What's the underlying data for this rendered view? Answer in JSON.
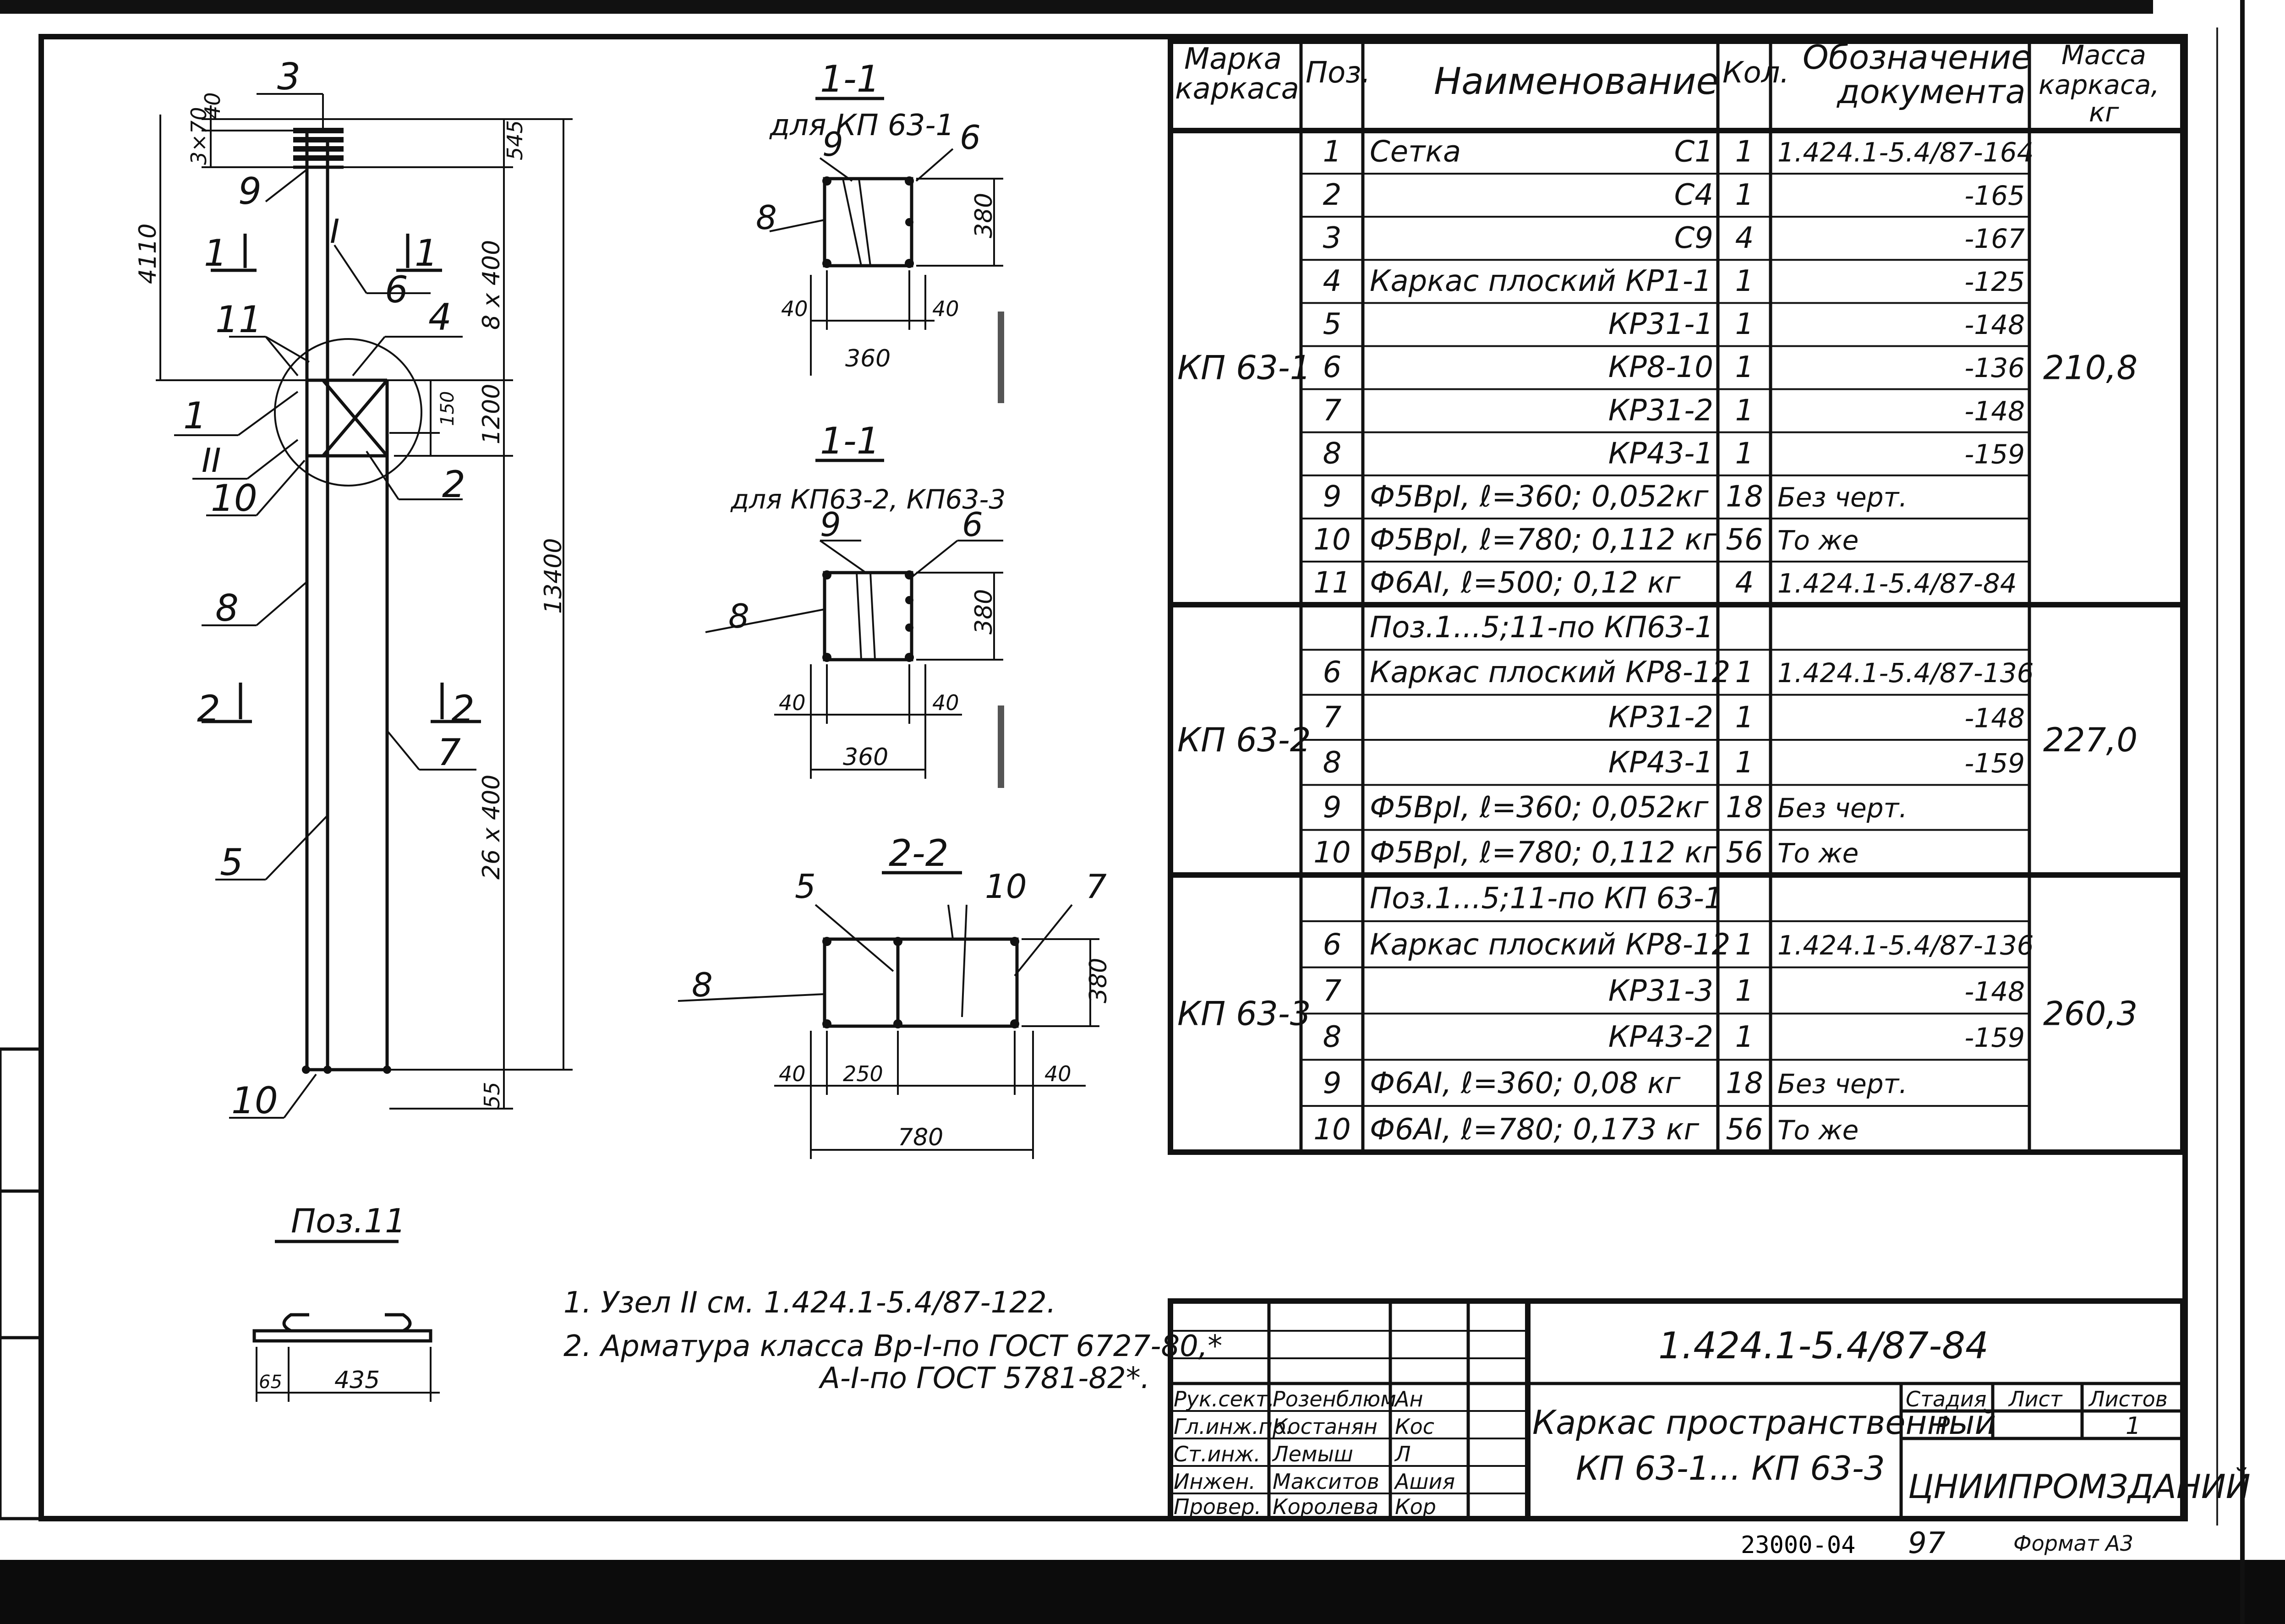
{
  "elevation": {
    "labels": {
      "pos3": "3",
      "pos9": "9",
      "pos6": "6",
      "pos4": "4",
      "pos11": "11",
      "pos1": "1",
      "pos2": "2",
      "posII": "II",
      "pos10_top": "10",
      "pos8": "8",
      "pos7": "7",
      "pos5": "5",
      "pos10_bottom": "10",
      "sec1_left": "1",
      "sec1_right": "1",
      "sec2_left": "2",
      "sec2_right": "2",
      "node_mark": "I"
    },
    "dims": {
      "d40": "40",
      "d3x70": "3×70",
      "d4110": "4110",
      "d545": "545",
      "d8x400": "8 x 400",
      "d1200": "1200",
      "d150": "150",
      "d13400": "13400",
      "d26x400": "26 x 400",
      "d55": "55"
    }
  },
  "section_a": {
    "title": "1-1",
    "subtitle": "для КП 63-1",
    "labels": {
      "p9": "9",
      "p6": "6",
      "p8": "8"
    },
    "dims": {
      "h": "380",
      "l40": "40",
      "r40": "40",
      "w": "360"
    }
  },
  "section_b": {
    "title": "1-1",
    "subtitle": "для КП63-2, КП63-3",
    "labels": {
      "p9": "9",
      "p6": "6",
      "p8": "8"
    },
    "dims": {
      "h": "380",
      "l40": "40",
      "r40": "40",
      "w": "360"
    }
  },
  "section_c": {
    "title": "2-2",
    "labels": {
      "p5": "5",
      "p10": "10",
      "p7": "7",
      "p8": "8"
    },
    "dims": {
      "h": "380",
      "l40": "40",
      "d250": "250",
      "r40": "40",
      "w": "780"
    }
  },
  "pos11": {
    "title": "Поз.11",
    "dims": {
      "a": "65",
      "b": "435"
    }
  },
  "notes": [
    "1. Узел II см. 1.424.1-5.4/87-122.",
    "2. Арматура класса Вр-I-по ГОСТ 6727-80,*",
    "А-I-по ГОСТ 5781-82*."
  ],
  "spec": {
    "headers": {
      "marka": "Марка каркаса",
      "pos": "Поз.",
      "name": "Наименование",
      "qty": "Кол.",
      "doc": "Обозначение документа",
      "mass": "Масса каркаса, кг"
    },
    "groups": [
      {
        "marka": "КП 63-1",
        "mass": "210,8",
        "rows": [
          {
            "pos": "1",
            "name": "Сетка",
            "mark": "С1",
            "qty": "1",
            "doc": "1.424.1-5.4/87-164"
          },
          {
            "pos": "2",
            "name": "",
            "mark": "С4",
            "qty": "1",
            "doc": "-165"
          },
          {
            "pos": "3",
            "name": "",
            "mark": "С9",
            "qty": "4",
            "doc": "-167"
          },
          {
            "pos": "4",
            "name": "Каркас плоский КР1-1",
            "mark": "",
            "qty": "1",
            "doc": "-125"
          },
          {
            "pos": "5",
            "name": "",
            "mark": "КР31-1",
            "qty": "1",
            "doc": "-148"
          },
          {
            "pos": "6",
            "name": "",
            "mark": "КР8-10",
            "qty": "1",
            "doc": "-136"
          },
          {
            "pos": "7",
            "name": "",
            "mark": "КР31-2",
            "qty": "1",
            "doc": "-148"
          },
          {
            "pos": "8",
            "name": "",
            "mark": "КР43-1",
            "qty": "1",
            "doc": "-159"
          },
          {
            "pos": "9",
            "name": "Ф5ВрI, ℓ=360; 0,052кг",
            "mark": "",
            "qty": "18",
            "doc": "Без черт."
          },
          {
            "pos": "10",
            "name": "Ф5ВрI, ℓ=780; 0,112 кг",
            "mark": "",
            "qty": "56",
            "doc": "То же"
          },
          {
            "pos": "11",
            "name": "Ф6АI, ℓ=500; 0,12 кг",
            "mark": "",
            "qty": "4",
            "doc": "1.424.1-5.4/87-84"
          }
        ]
      },
      {
        "marka": "КП 63-2",
        "mass": "227,0",
        "rows": [
          {
            "pos": "",
            "name": "Поз.1...5;11-по КП63-1",
            "mark": "",
            "qty": "",
            "doc": ""
          },
          {
            "pos": "6",
            "name": "Каркас плоский КР8-12",
            "mark": "",
            "qty": "1",
            "doc": "1.424.1-5.4/87-136"
          },
          {
            "pos": "7",
            "name": "",
            "mark": "КР31-2",
            "qty": "1",
            "doc": "-148"
          },
          {
            "pos": "8",
            "name": "",
            "mark": "КР43-1",
            "qty": "1",
            "doc": "-159"
          },
          {
            "pos": "9",
            "name": "Ф5ВрI, ℓ=360; 0,052кг",
            "mark": "",
            "qty": "18",
            "doc": "Без черт."
          },
          {
            "pos": "10",
            "name": "Ф5ВрI, ℓ=780; 0,112 кг",
            "mark": "",
            "qty": "56",
            "doc": "То же"
          }
        ]
      },
      {
        "marka": "КП 63-3",
        "mass": "260,3",
        "rows": [
          {
            "pos": "",
            "name": "Поз.1...5;11-по КП 63-1",
            "mark": "",
            "qty": "",
            "doc": ""
          },
          {
            "pos": "6",
            "name": "Каркас плоский КР8-12",
            "mark": "",
            "qty": "1",
            "doc": "1.424.1-5.4/87-136"
          },
          {
            "pos": "7",
            "name": "",
            "mark": "КР31-3",
            "qty": "1",
            "doc": "-148"
          },
          {
            "pos": "8",
            "name": "",
            "mark": "КР43-2",
            "qty": "1",
            "doc": "-159"
          },
          {
            "pos": "9",
            "name": "Ф6АI, ℓ=360; 0,08 кг",
            "mark": "",
            "qty": "18",
            "doc": "Без черт."
          },
          {
            "pos": "10",
            "name": "Ф6АI, ℓ=780; 0,173 кг",
            "mark": "",
            "qty": "56",
            "doc": "То же"
          }
        ]
      }
    ]
  },
  "title_block": {
    "code": "1.424.1-5.4/87-84",
    "title_line1": "Каркас пространственный",
    "title_line2": "КП 63-1... КП 63-3",
    "stage_h": "Стадия",
    "sheet_h": "Лист",
    "sheets_h": "Листов",
    "stage": "Р",
    "sheet": "",
    "sheets": "1",
    "org": "ЦНИИПРОМЗДАНИЙ",
    "staff": [
      {
        "role": "Рук.сект.",
        "name": "Розенблюм",
        "sign": "Ан"
      },
      {
        "role": "Гл.инж.пр.",
        "name": "Костанян",
        "sign": "Кос"
      },
      {
        "role": "Ст.инж.",
        "name": "Лемыш",
        "sign": "Л"
      },
      {
        "role": "Инжен.",
        "name": "Макситов",
        "sign": "Ашия"
      },
      {
        "role": "Провер.",
        "name": "Королева",
        "sign": "Кор"
      }
    ]
  },
  "footer": {
    "inv": "23000-04",
    "page": "97",
    "format": "Формат А3"
  }
}
